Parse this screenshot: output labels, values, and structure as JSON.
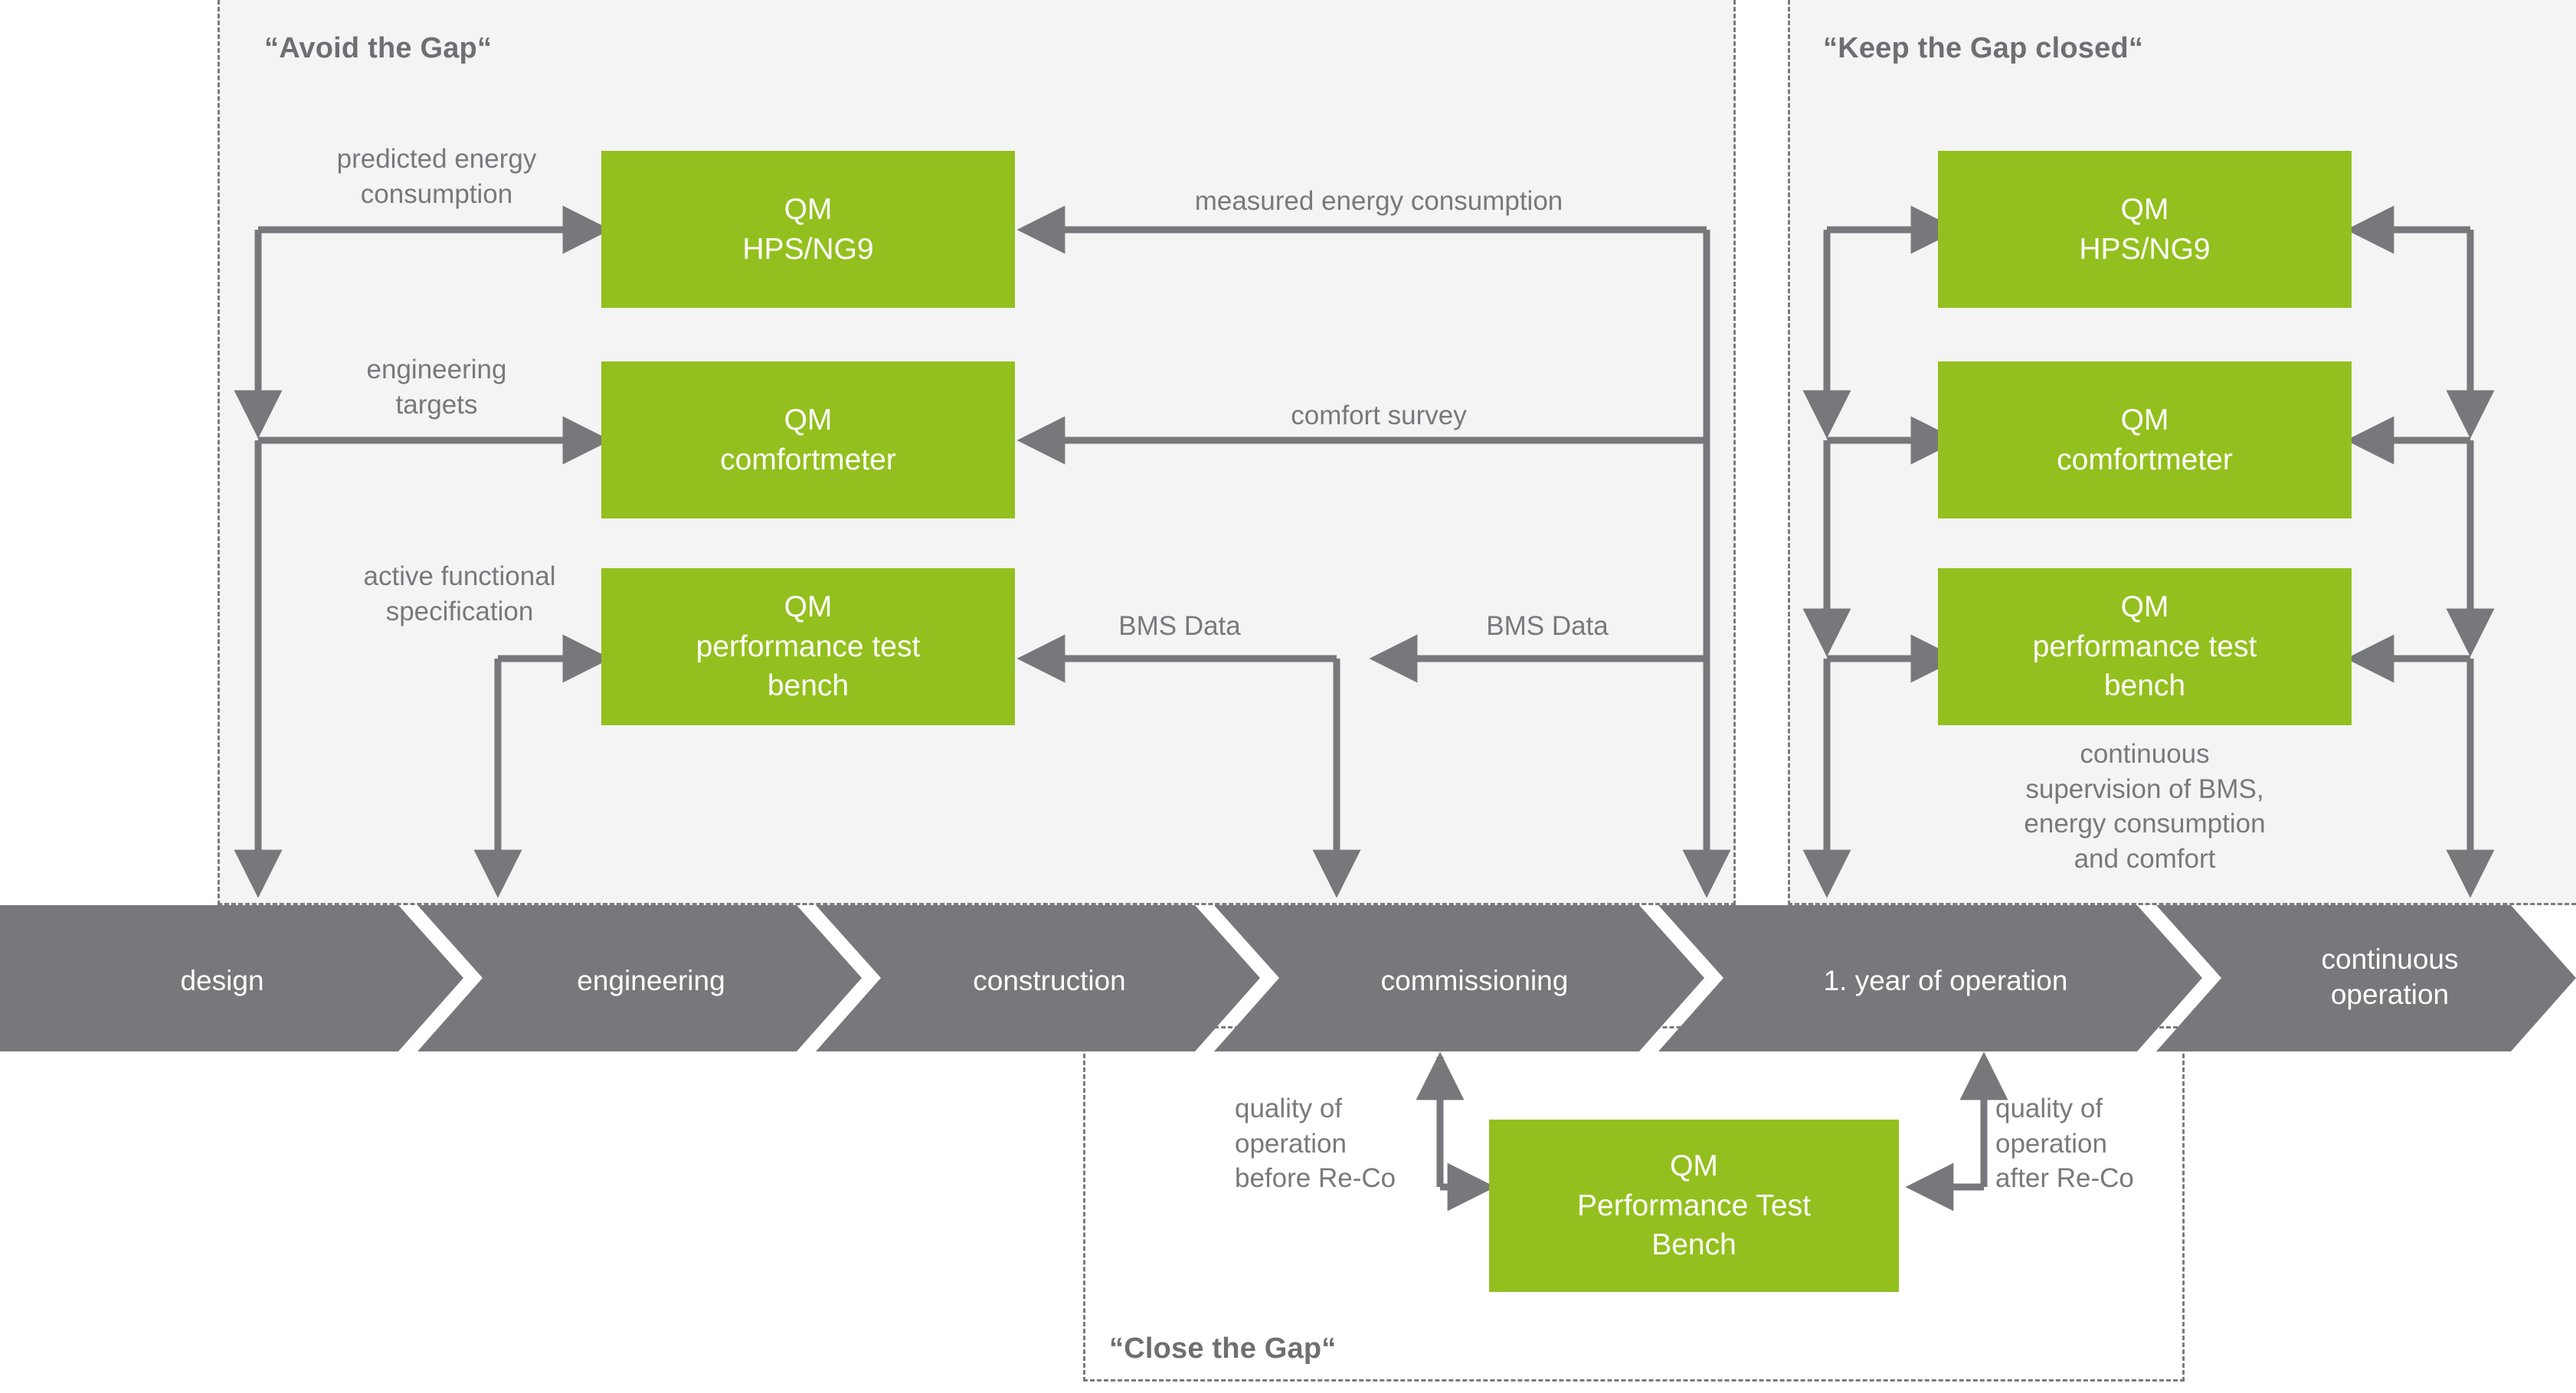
{
  "colors": {
    "green": "#93C01E",
    "gray": "#77787B",
    "panel_bg": "#F4F4F4",
    "text_gray": "#78797C",
    "white": "#FFFFFF"
  },
  "panels": {
    "avoid": {
      "title": "“Avoid the Gap“"
    },
    "keep": {
      "title": "“Keep the Gap closed“"
    },
    "close": {
      "title": "“Close the Gap“"
    }
  },
  "avoid_boxes": [
    {
      "line1": "QM",
      "line2": "HPS/NG9"
    },
    {
      "line1": "QM",
      "line2": "comfortmeter"
    },
    {
      "line1": "QM",
      "line2": "performance test",
      "line3": "bench"
    }
  ],
  "keep_boxes": [
    {
      "line1": "QM",
      "line2": "HPS/NG9"
    },
    {
      "line1": "QM",
      "line2": "comfortmeter"
    },
    {
      "line1": "QM",
      "line2": "performance test",
      "line3": "bench"
    }
  ],
  "close_box": {
    "line1": "QM",
    "line2": "Performance Test",
    "line3": "Bench"
  },
  "avoid_labels": {
    "predicted": "predicted energy\nconsumption",
    "engineering": "engineering\ntargets",
    "afs": "active functional\nspecification",
    "measured": "measured energy consumption",
    "comfort": "comfort survey",
    "bms_left": "BMS Data",
    "bms_right": "BMS Data"
  },
  "keep_labels": {
    "supervision": "continuous\nsupervision of BMS,\nenergy consumption\nand comfort"
  },
  "close_labels": {
    "before": "quality of\noperation\nbefore Re-Co",
    "after": "quality of\noperation\nafter Re-Co"
  },
  "phases": [
    {
      "label": "design"
    },
    {
      "label": "engineering"
    },
    {
      "label": "construction"
    },
    {
      "label": "commissioning"
    },
    {
      "label": "1. year of operation"
    },
    {
      "label": "continuous\noperation"
    }
  ]
}
